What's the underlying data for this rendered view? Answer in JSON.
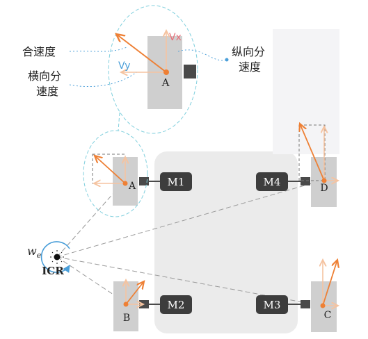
{
  "colors": {
    "orange": "#ee8035",
    "light_orange": "#f5c3a0",
    "cyan_dash": "#7fcfdd",
    "blue_text": "#4b9fd9",
    "red_text": "#e8707a",
    "gray_dash": "#9a9a9a",
    "wheel": "#cfcfcf",
    "body": "#e8e8e8",
    "motor": "#4a4a4a",
    "text": "#222222"
  },
  "zoom": {
    "wheel_label": "A",
    "vx_label": "Vx",
    "vy_label": "Vy",
    "resultant_label": "合速度",
    "lateral_label_line1": "横向分",
    "lateral_label_line2": "速度",
    "longitudinal_label_line1": "纵向分",
    "longitudinal_label_line2": "速度"
  },
  "wheels": {
    "a": "A",
    "b": "B",
    "c": "C",
    "d": "D"
  },
  "motors": {
    "m1": "M1",
    "m2": "M2",
    "m3": "M3",
    "m4": "M4"
  },
  "icr": {
    "label": "ICR",
    "omega_symbol": "w",
    "omega_subscript": "e"
  }
}
